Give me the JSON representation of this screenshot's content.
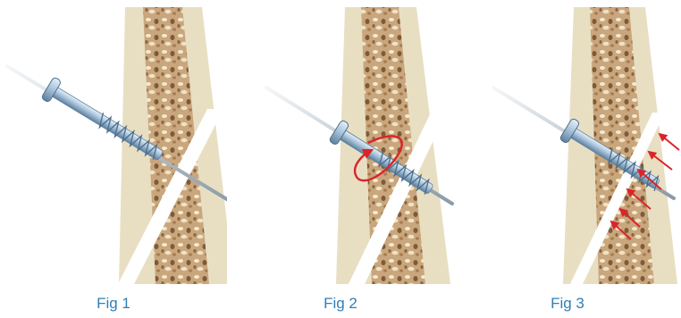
{
  "figures": [
    {
      "caption": "Fig 1"
    },
    {
      "caption": "Fig 2"
    },
    {
      "caption": "Fig 3"
    }
  ],
  "colors": {
    "cortex": "#e8dfc3",
    "cancellous": "#c8a478",
    "cancellous_dark": "#8a6440",
    "screw": "#a9c4dc",
    "screw_dark": "#5d7f9c",
    "wire": "#b8c7d2",
    "arrow": "#d9252a",
    "caption": "#2f7fb8"
  }
}
